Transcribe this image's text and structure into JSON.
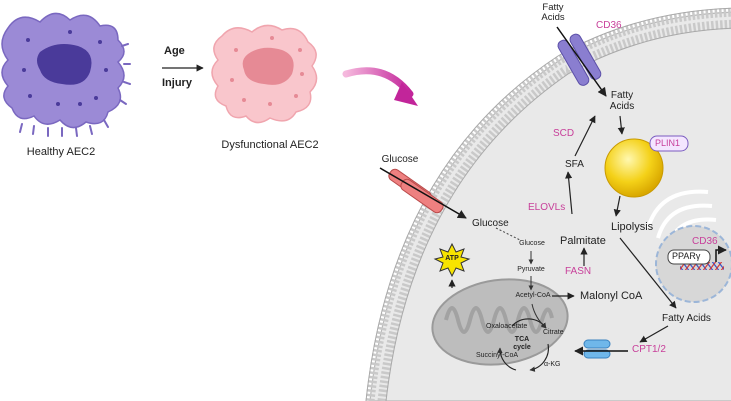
{
  "left": {
    "healthy_label": "Healthy AEC2",
    "dysfunctional_label": "Dysfunctional AEC2",
    "cause_age": "Age",
    "cause_injury": "Injury"
  },
  "membrane": {
    "fatty_acids_top": "Fatty\nAcids",
    "cd36": "CD36",
    "glucose_outside": "Glucose"
  },
  "pathway": {
    "fatty_acids_inside": "Fatty\nAcids",
    "scd": "SCD",
    "sfa": "SFA",
    "plin1": "PLIN1",
    "elovls": "ELOVLs",
    "palmitate": "Palmitate",
    "lipolysis": "Lipolysis",
    "glucose_inside": "Glucose",
    "fasn": "FASN",
    "malonyl_coa": "Malonyl CoA",
    "atp": "ATP",
    "fatty_acids_lower": "Fatty Acids",
    "cpt": "CPT1/2"
  },
  "glycolysis": {
    "glucose": "Glucose",
    "pyruvate": "Pyruvate",
    "acetyl_coa": "Acetyl-CoA"
  },
  "tca": {
    "title": "TCA\ncycle",
    "citrate": "Citrate",
    "oxaloacetate": "Oxaloacetate",
    "akg": "α-KG",
    "succinyl": "Succinyl-CoA"
  },
  "nucleus": {
    "cd36": "CD36",
    "ppar": "PPARγ"
  },
  "colors": {
    "healthy_cell": "#9b8ad6",
    "dysfunctional_cell": "#f9c6cc",
    "accent_pink": "#c8409a",
    "cell_interior": "#ebebeb",
    "membrane_blue": "#8fb2e0"
  }
}
